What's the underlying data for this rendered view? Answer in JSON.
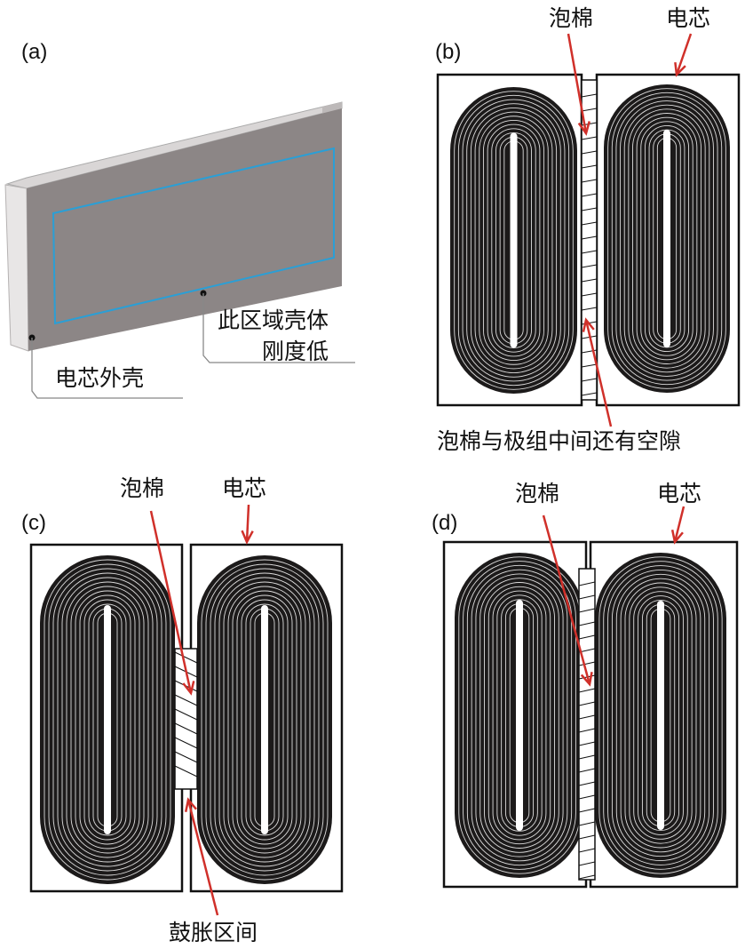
{
  "panels": {
    "a": {
      "label": "(a)",
      "low_stiffness": [
        "此区域壳体",
        "刚度低"
      ],
      "shell": "电芯外壳"
    },
    "b": {
      "label": "(b)",
      "foam": "泡棉",
      "cell": "电芯",
      "gap_note": "泡棉与极组中间还有空隙"
    },
    "c": {
      "label": "(c)",
      "foam": "泡棉",
      "cell": "电芯",
      "bulge": "鼓胀区间"
    },
    "d": {
      "label": "(d)",
      "foam": "泡棉",
      "cell": "电芯"
    }
  },
  "colors": {
    "arrow": "#d0302a",
    "outline_blue": "#2a9fd6",
    "shell_gray": "#8c8686",
    "winding": "#1c1a1a"
  }
}
